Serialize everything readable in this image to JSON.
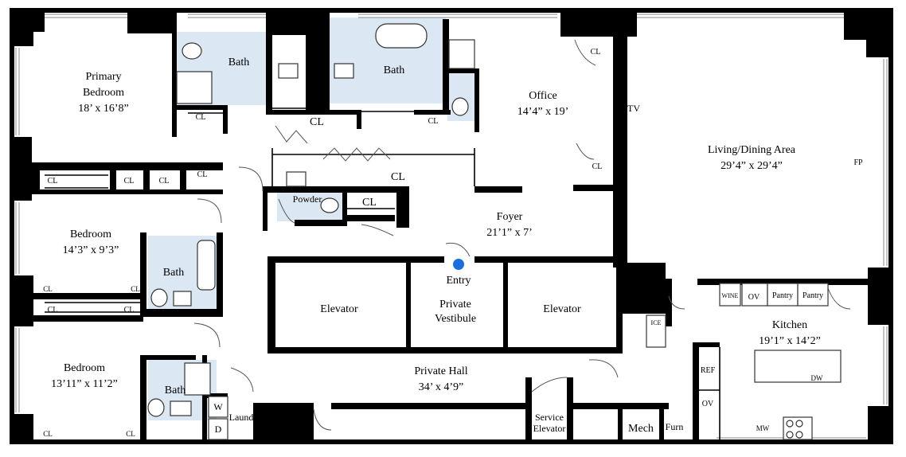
{
  "rooms": {
    "primary_bedroom": {
      "name1": "Primary",
      "name2": "Bedroom",
      "dim": "18’ x 16’8”"
    },
    "bath1": {
      "name": "Bath"
    },
    "bath2": {
      "name": "Bath"
    },
    "office": {
      "name": "Office",
      "dim": "14’4” x 19’"
    },
    "living": {
      "name": "Living/Dining Area",
      "dim": "29’4” x 29’4”"
    },
    "bedroom2": {
      "name": "Bedroom",
      "dim": "14’3” x 9’3”"
    },
    "bath3": {
      "name": "Bath"
    },
    "bedroom3": {
      "name": "Bedroom",
      "dim": "13’11” x 11’2”"
    },
    "bath4": {
      "name": "Bath"
    },
    "powder": {
      "name": "Powder"
    },
    "foyer": {
      "name": "Foyer",
      "dim": "21’1” x 7’"
    },
    "entry": {
      "name": "Entry"
    },
    "elevator_left": {
      "name": "Elevator"
    },
    "elevator_right": {
      "name": "Elevator"
    },
    "vestibule": {
      "name1": "Private",
      "name2": "Vestibule"
    },
    "private_hall": {
      "name": "Private Hall",
      "dim": "34’ x 4’9”"
    },
    "service_elevator": {
      "name1": "Service",
      "name2": "Elevator"
    },
    "kitchen": {
      "name": "Kitchen",
      "dim": "19’1” x 14’2”"
    },
    "laundry": {
      "name": "Laundry"
    },
    "mech": {
      "name": "Mech"
    },
    "furn": {
      "name": "Furn"
    }
  },
  "labels": {
    "cl": "CL",
    "tv": "TV",
    "fp": "FP",
    "wine": "WINE",
    "ov": "OV",
    "pantry": "Pantry",
    "ice": "ICE",
    "ref": "REF",
    "dw": "DW",
    "mw": "MW",
    "w": "W",
    "d": "D"
  },
  "colors": {
    "wall": "#000000",
    "bath_fill": "#dbe8f4",
    "entry_marker": "#1a6fe0"
  }
}
